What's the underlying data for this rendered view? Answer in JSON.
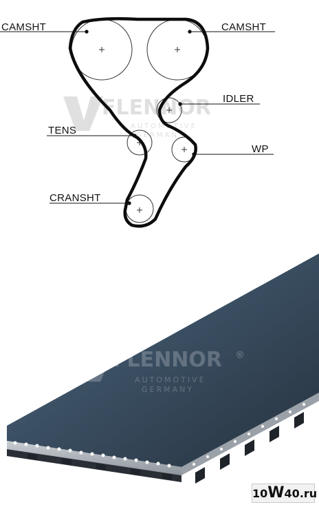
{
  "labels": {
    "camsht_left": "CAMSHT",
    "camsht_right": "CAMSHT",
    "idler": "IDLER",
    "tens": "TENS",
    "wp": "WP",
    "cranksht": "CRANSHT"
  },
  "watermark": {
    "brand": "FLENNOR",
    "registered": "®",
    "line1": "AUTOMOTIVE",
    "line2": "GERMANY"
  },
  "site_badge": {
    "prefix": "10",
    "big": "W",
    "suffix": "40",
    "tld": ".ru"
  },
  "colors": {
    "belt_top": "#3b4f63",
    "belt_edge": "#1e2833",
    "belt_teeth": "#2a2f36"
  }
}
